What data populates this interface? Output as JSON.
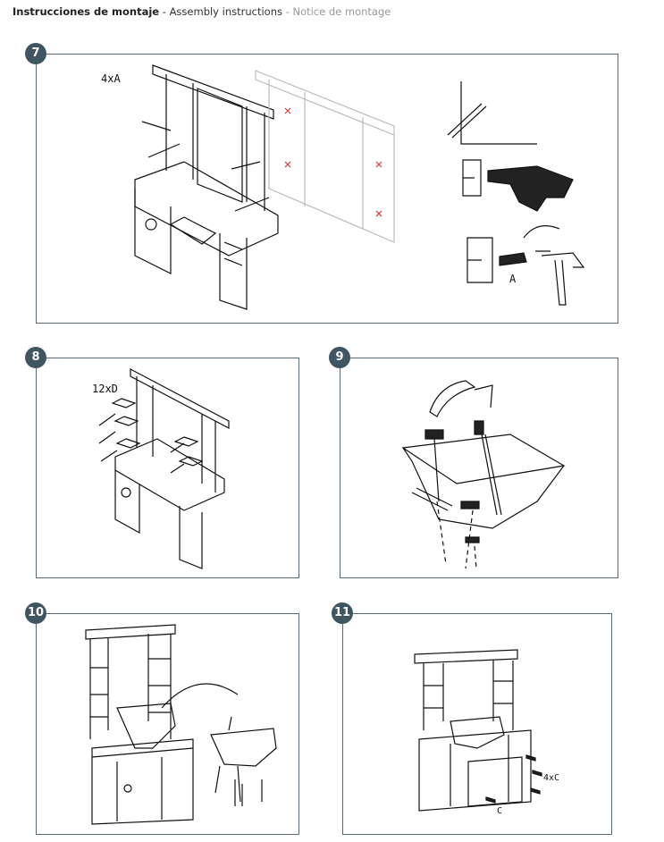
{
  "header": {
    "title_es": "Instrucciones de montaje",
    "sep1": " - ",
    "title_en": "Assembly instructions",
    "sep2": "  - ",
    "title_fr": "Notice de montage"
  },
  "steps": [
    {
      "number": "7",
      "labels": [
        "4xA",
        "A"
      ]
    },
    {
      "number": "8",
      "labels": [
        "12xD"
      ]
    },
    {
      "number": "9",
      "labels": []
    },
    {
      "number": "10",
      "labels": []
    },
    {
      "number": "11",
      "labels": [
        "4xC",
        "C"
      ]
    }
  ]
}
